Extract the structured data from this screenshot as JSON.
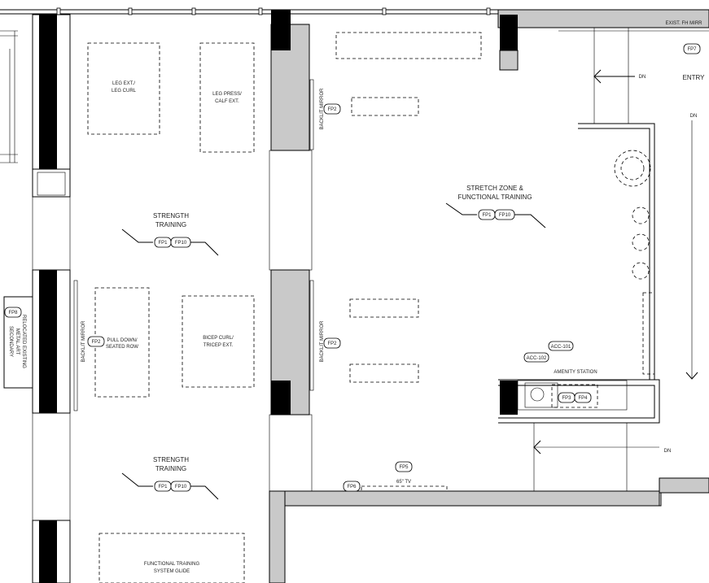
{
  "rooms": {
    "leg_ext": [
      "LEG EXT./",
      "LEG CURL"
    ],
    "leg_press": [
      "LEG PRESS/",
      "CALF EXT."
    ],
    "strength_1": [
      "STRENGTH",
      "TRAINING"
    ],
    "pull_down": [
      "PULL DOWN/",
      "SEATED ROW"
    ],
    "bicep": [
      "BICEP CURL/",
      "TRICEP EXT."
    ],
    "strength_2": [
      "STRENGTH",
      "TRAINING"
    ],
    "functional_glide": [
      "FUNCTIONAL TRAINING",
      "SYSTEM GLIDE"
    ],
    "stretch_zone": [
      "STRETCH ZONE &",
      "FUNCTIONAL TRAINING"
    ],
    "amenity": "AMENITY STATION",
    "entry": "ENTRY",
    "tv": "65\" TV"
  },
  "notes": {
    "backlit_mirror": "BACKLIT MIRROR",
    "relocated": [
      "RELOCATED EXISTING",
      "METAL ART"
    ],
    "secondary": "SECONDARY",
    "exist_mirror": "EXIST. FH MIRR",
    "dn": "DN"
  },
  "tags": {
    "fp1": "FP1",
    "fp2": "FP2",
    "fp3": "FP3",
    "fp4": "FP4",
    "fp5": "FP5",
    "fp6": "FP6",
    "fp7": "FP7",
    "fp8": "FP8",
    "fp10": "FP10",
    "acc101": "ACC-101",
    "acc102": "ACC-102"
  }
}
